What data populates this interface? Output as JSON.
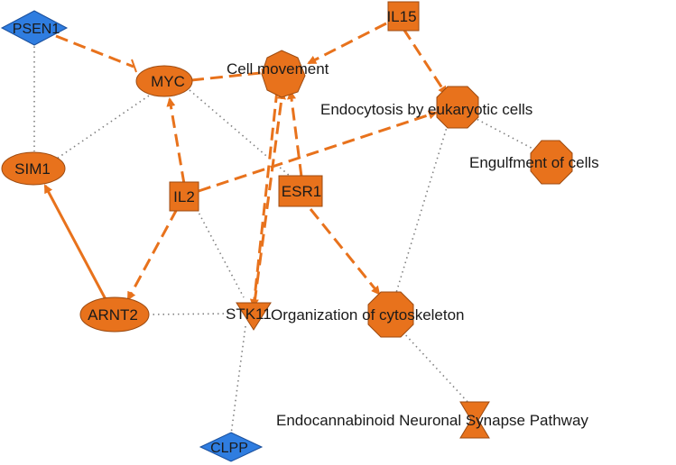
{
  "colors": {
    "up": "#E8721C",
    "up_stroke": "#9C4A10",
    "down": "#2F7DE0",
    "down_stroke": "#1A4F9C",
    "edge": "#E8721C",
    "dotted": "#808080"
  },
  "nodes": {
    "psen1": {
      "label": "PSEN1",
      "shape": "diamond",
      "regulation": "down"
    },
    "myc": {
      "label": "MYC",
      "shape": "ellipse",
      "regulation": "up"
    },
    "il15": {
      "label": "IL15",
      "shape": "square",
      "regulation": "up"
    },
    "sim1": {
      "label": "SIM1",
      "shape": "ellipse",
      "regulation": "up"
    },
    "il2": {
      "label": "IL2",
      "shape": "square",
      "regulation": "up"
    },
    "esr1": {
      "label": "ESR1",
      "shape": "rectangle",
      "regulation": "up"
    },
    "arnt2": {
      "label": "ARNT2",
      "shape": "ellipse",
      "regulation": "up"
    },
    "stk11": {
      "label": "STK11",
      "shape": "triangle-down",
      "regulation": "up"
    },
    "clpp": {
      "label": "CLPP",
      "shape": "diamond",
      "regulation": "down"
    }
  },
  "functions": {
    "cell_movement": {
      "label": "Cell movement"
    },
    "endocytosis": {
      "label": "Endocytosis by eukaryotic cells"
    },
    "engulfment": {
      "label": "Engulfment of cells"
    },
    "cytoskeleton": {
      "label": "Organization of cytoskeleton"
    }
  },
  "pathways": {
    "endocannabinoid": {
      "label": "Endocannabinoid Neuronal Synapse Pathway"
    }
  }
}
